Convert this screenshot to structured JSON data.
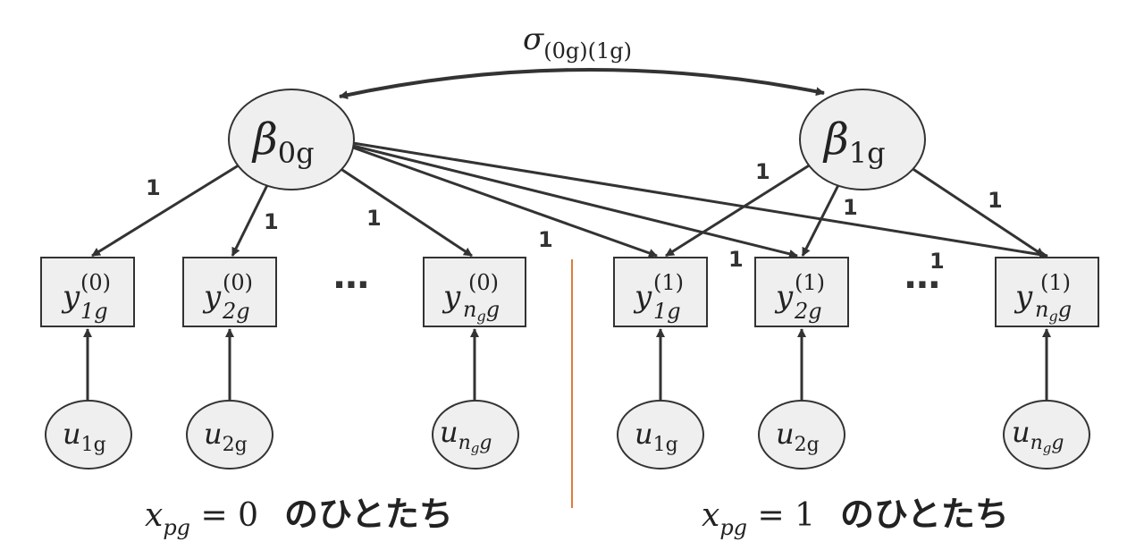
{
  "diagram": {
    "covariance": {
      "main": "σ",
      "sub": "(0g)(1g)"
    },
    "latent": {
      "beta0": {
        "main": "β",
        "sub": "0g"
      },
      "beta1": {
        "main": "β",
        "sub": "1g"
      }
    },
    "loading_label": "1",
    "ellipsis": "⋯",
    "group0": {
      "observed": [
        {
          "main": "y",
          "sub": "1g",
          "sup": "(0)"
        },
        {
          "main": "y",
          "sub": "2g",
          "sup": "(0)"
        },
        {
          "main": "y",
          "sub": "n",
          "subsub": "g",
          "sub2": "g",
          "sup": "(0)"
        }
      ],
      "errors": [
        {
          "main": "u",
          "sub": "1g"
        },
        {
          "main": "u",
          "sub": "2g"
        },
        {
          "main": "u",
          "sub": "n",
          "subsub": "g",
          "sub2": "g"
        }
      ],
      "caption": {
        "x": "x",
        "sub": "pg",
        "eq": " = 0 ",
        "text": "のひとたち"
      }
    },
    "group1": {
      "observed": [
        {
          "main": "y",
          "sub": "1g",
          "sup": "(1)"
        },
        {
          "main": "y",
          "sub": "2g",
          "sup": "(1)"
        },
        {
          "main": "y",
          "sub": "n",
          "subsub": "g",
          "sub2": "g",
          "sup": "(1)"
        }
      ],
      "errors": [
        {
          "main": "u",
          "sub": "1g"
        },
        {
          "main": "u",
          "sub": "2g"
        },
        {
          "main": "u",
          "sub": "n",
          "subsub": "g",
          "sub2": "g"
        }
      ],
      "caption": {
        "x": "x",
        "sub": "pg",
        "eq": " = 1 ",
        "text": "のひとたち"
      }
    },
    "colors": {
      "node_fill": "#efefef",
      "stroke": "#333333",
      "divider": "#e07a3c"
    }
  }
}
